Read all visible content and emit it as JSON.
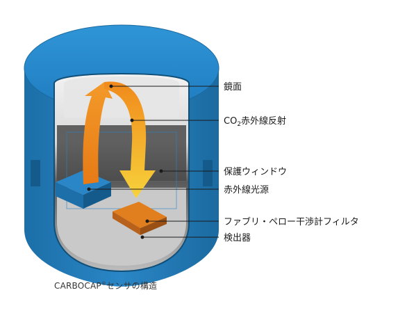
{
  "labels": {
    "mirror": "鏡面",
    "co2_prefix": "CO",
    "co2_sub": "2",
    "co2_suffix": "赤外線反射",
    "window": "保護ウィンドウ",
    "ir_source": "赤外線光源",
    "filter": "ファブリ・ペロー干渉計フィルタ",
    "detector": "検出器"
  },
  "caption": {
    "brand": "CARBOCAP",
    "mark": "®",
    "text": "センサの構造"
  },
  "colors": {
    "housing_blue": "#1f78b4",
    "housing_dark": "#145a8a",
    "top_light": "#2e8fd0",
    "arrow_orange": "#f08a1c",
    "arrow_yellow": "#f7d23b",
    "filter_orange": "#d9731a",
    "leader_line": "#1a1a1a"
  }
}
